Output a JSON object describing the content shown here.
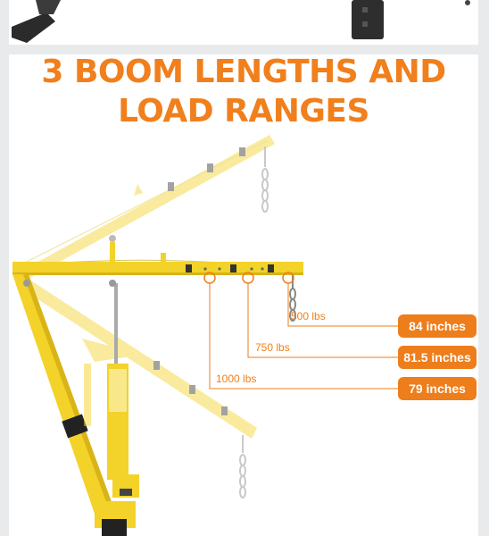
{
  "headline": {
    "line1": "3 BOOM LENGTHS AND",
    "line2": "LOAD RANGES"
  },
  "ranges": [
    {
      "load": "500 lbs",
      "length": "84 inches"
    },
    {
      "load": "750 lbs",
      "length": "81.5 inches"
    },
    {
      "load": "1000 lbs",
      "length": "79 inches"
    }
  ],
  "colors": {
    "accent": "#ee7d1b",
    "crane": "#f3d22a",
    "crane_shadow": "#d8b417"
  }
}
